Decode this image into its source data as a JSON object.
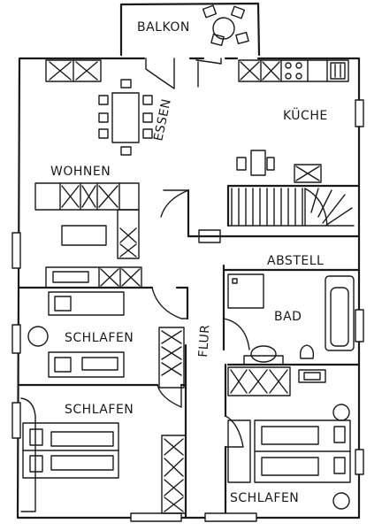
{
  "labels": {
    "balkon": "BALKON",
    "kueche": "KÜCHE",
    "essen": "ESSEN",
    "wohnen": "WOHNEN",
    "abstell": "ABSTELL",
    "bad": "BAD",
    "flur": "FLUR",
    "schlafen_1": "SCHLAFEN",
    "schlafen_2": "SCHLAFEN",
    "schlafen_3": "SCHLAFEN"
  }
}
